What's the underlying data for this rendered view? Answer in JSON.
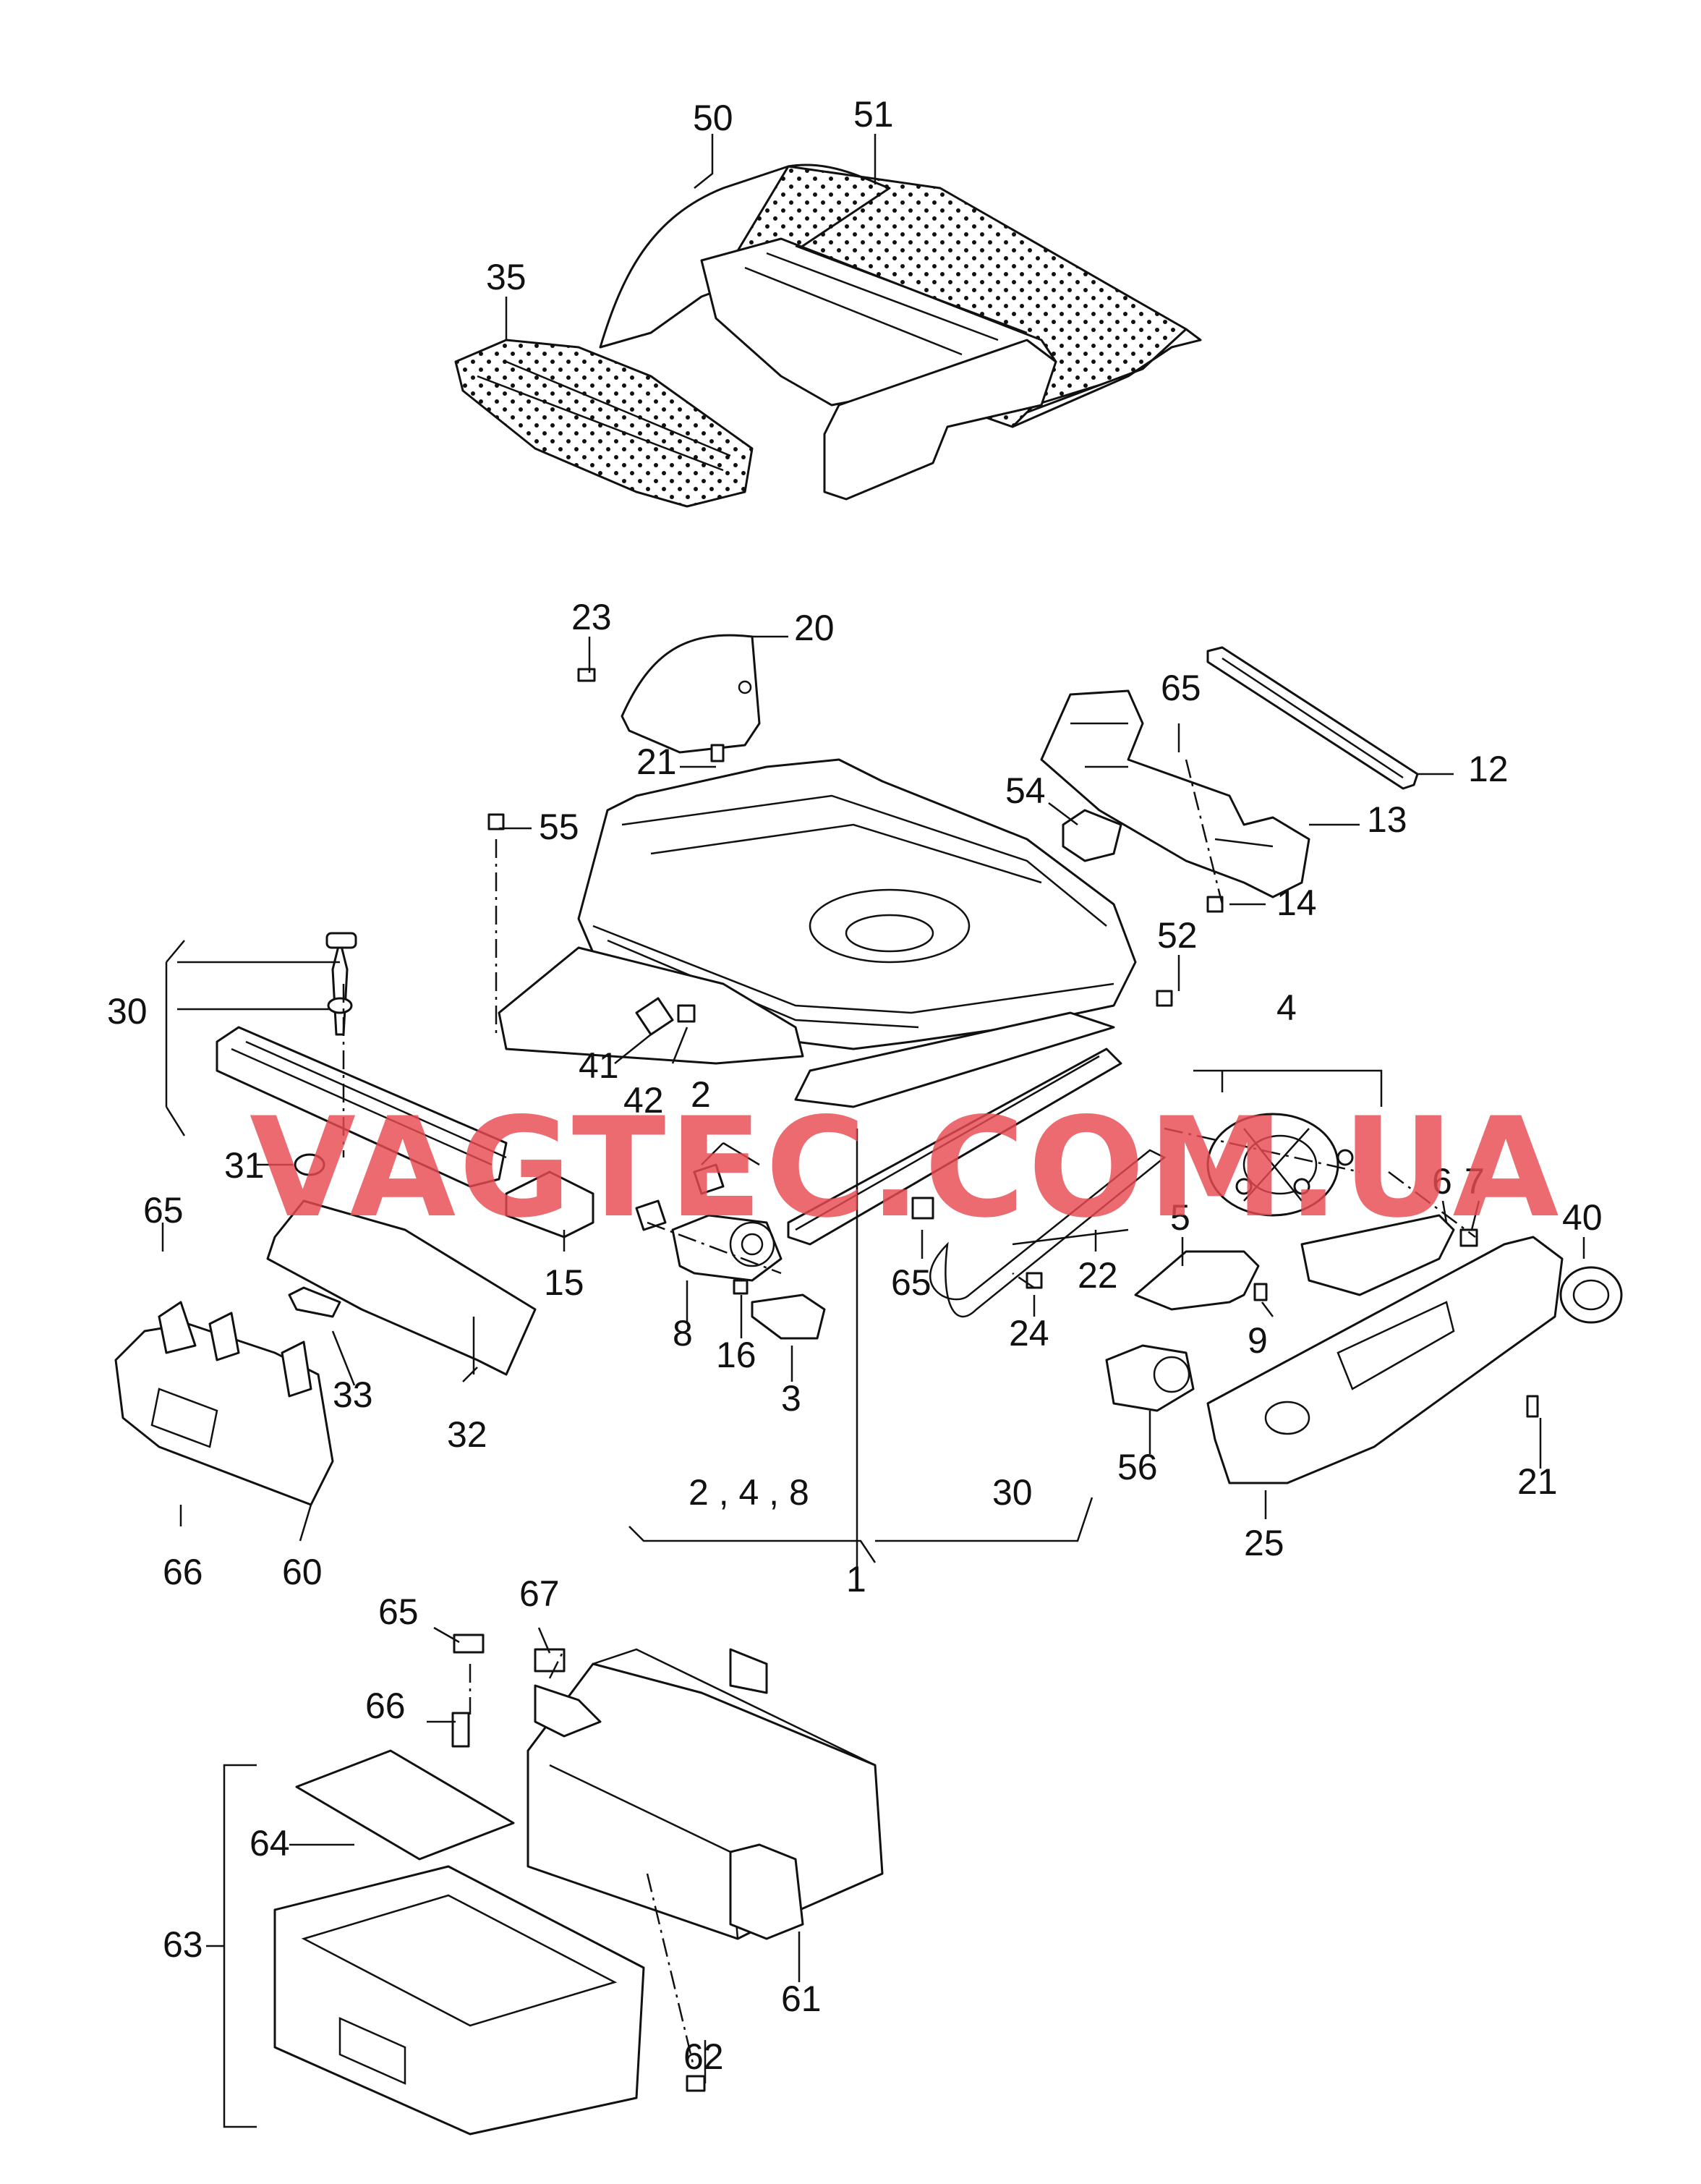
{
  "watermark": "VAGTEC.COM.UA",
  "callouts": {
    "c1": "1",
    "c2a": "2",
    "c2b": "2 , 4 , 8",
    "c3": "3",
    "c4": "4",
    "c5": "5",
    "c6": "6",
    "c7": "7",
    "c8": "8",
    "c9": "9",
    "c12": "12",
    "c13": "13",
    "c14": "14",
    "c15": "15",
    "c16": "16",
    "c20": "20",
    "c21a": "21",
    "c21b": "21",
    "c22": "22",
    "c23": "23",
    "c24": "24",
    "c25": "25",
    "c30a": "30",
    "c30b": "30",
    "c31": "31",
    "c32": "32",
    "c33": "33",
    "c35": "35",
    "c40": "40",
    "c41": "41",
    "c42": "42",
    "c50": "50",
    "c51": "51",
    "c52": "52",
    "c54": "54",
    "c55": "55",
    "c56": "56",
    "c60": "60",
    "c61": "61",
    "c62": "62",
    "c63": "63",
    "c64": "64",
    "c65a": "65",
    "c65b": "65",
    "c65c": "65",
    "c65d": "65",
    "c66a": "66",
    "c66b": "66",
    "c67": "67"
  }
}
